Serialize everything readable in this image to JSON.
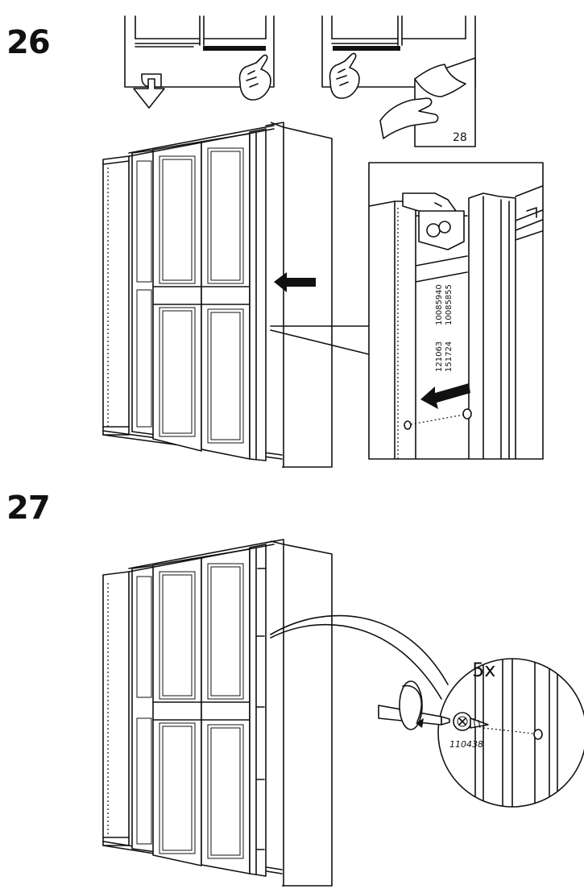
{
  "steps": [
    {
      "number": "26"
    },
    {
      "number": "27"
    }
  ],
  "page_ref": "28",
  "part_numbers": [
    "10085940",
    "10085855",
    "121063",
    "151724"
  ],
  "screw": {
    "quantity": "5x",
    "part": "110438"
  }
}
